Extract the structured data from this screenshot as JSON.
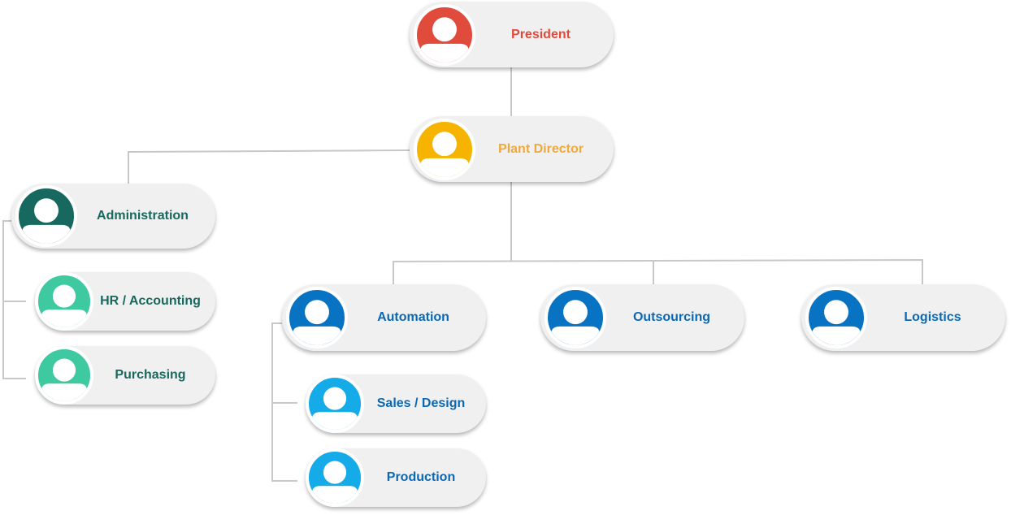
{
  "nodes": {
    "president": {
      "label": "President",
      "color": "#e04b3c",
      "avatar_icon": "person-icon"
    },
    "plant": {
      "label": "Plant Director",
      "color": "#f6b400",
      "text_color": "#f0a93a",
      "avatar_icon": "person-icon"
    },
    "admin": {
      "label": "Administration",
      "color": "#17695f",
      "avatar_icon": "person-icon"
    },
    "hr": {
      "label": "HR / Accounting",
      "color": "#3ec9a0",
      "text_color": "#17695f",
      "avatar_icon": "person-icon"
    },
    "purchasing": {
      "label": "Purchasing",
      "color": "#3ec9a0",
      "text_color": "#17695f",
      "avatar_icon": "person-icon"
    },
    "automation": {
      "label": "Automation",
      "color": "#0872c3",
      "text_color": "#0b68b4",
      "avatar_icon": "person-icon"
    },
    "outsourcing": {
      "label": "Outsourcing",
      "color": "#0872c3",
      "text_color": "#0b68b4",
      "avatar_icon": "person-icon"
    },
    "logistics": {
      "label": "Logistics",
      "color": "#0872c3",
      "text_color": "#0b68b4",
      "avatar_icon": "person-icon"
    },
    "sales": {
      "label": "Sales / Design",
      "color": "#14abe8",
      "text_color": "#0b68b4",
      "avatar_icon": "person-icon"
    },
    "production": {
      "label": "Production",
      "color": "#14abe8",
      "text_color": "#0b68b4",
      "avatar_icon": "person-icon"
    }
  },
  "connector_color": "#c8c8c8"
}
